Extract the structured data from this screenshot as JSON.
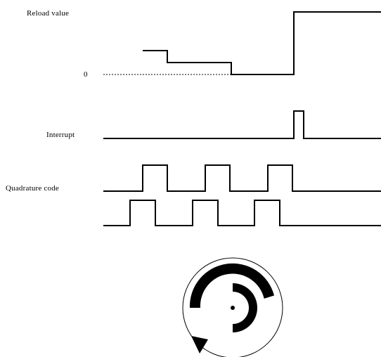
{
  "labels": {
    "reload_value": "Reload value",
    "zero": "0",
    "interrupt": "Interrupt",
    "quadrature_code": "Quadrature code"
  },
  "colors": {
    "line": "#000000",
    "background": "#ffffff"
  },
  "icons": {
    "encoder": "rotary-encoder-disc-icon"
  }
}
